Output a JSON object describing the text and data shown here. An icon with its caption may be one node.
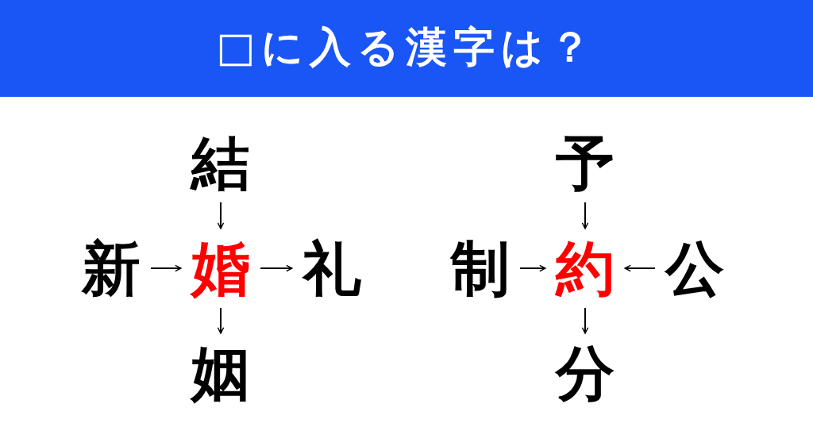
{
  "diagram": {
    "title": "□に入る漢字は？",
    "nodes": [
      {
        "text": [
          "結"
        ]
      },
      {
        "text": [
          "新"
        ]
      },
      {
        "text": [
          "婚"
        ]
      },
      {
        "text": [
          "礼"
        ]
      },
      {
        "text": [
          "姻"
        ]
      },
      {
        "text": [
          "予"
        ]
      },
      {
        "text": [
          "制"
        ]
      },
      {
        "text": [
          "約"
        ]
      },
      {
        "text": [
          "公"
        ]
      },
      {
        "text": [
          "分"
        ]
      }
    ],
    "edges": [
      {
        "from": 0,
        "to": 2,
        "arrow": "to"
      },
      {
        "from": 1,
        "to": 2,
        "arrow": "to"
      },
      {
        "from": 2,
        "to": 3,
        "arrow": "to"
      },
      {
        "from": 2,
        "to": 4,
        "arrow": "to"
      },
      {
        "from": 5,
        "to": 7,
        "arrow": "to"
      },
      {
        "from": 6,
        "to": 7,
        "arrow": "to"
      },
      {
        "from": 8,
        "to": 7,
        "arrow": "to"
      },
      {
        "from": 7,
        "to": 9,
        "arrow": "to"
      }
    ]
  }
}
